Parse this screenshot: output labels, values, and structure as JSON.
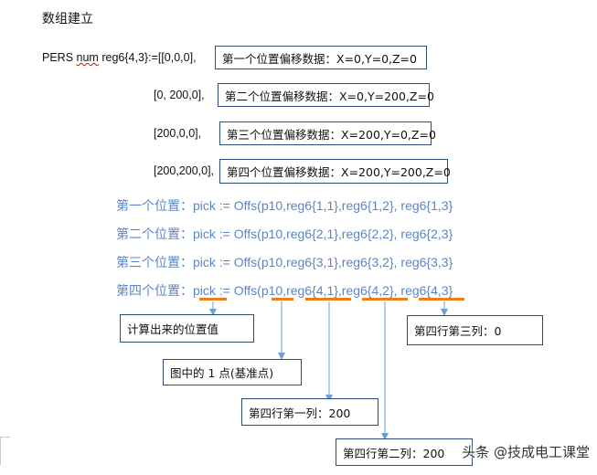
{
  "title": "数组建立",
  "code": {
    "line1_kw": "PERS",
    "line1_num": "num",
    "line1_rest": "reg6{4,3}:=[[0,0,0],",
    "line2": "[0, 200,0],",
    "line3": "[200,0,0],",
    "line4": "[200,200,0],"
  },
  "boxes": {
    "b1": "第一个位置偏移数据：X=0,Y=0,Z=0",
    "b2": "第二个位置偏移数据：X=0,Y=200,Z=0",
    "b3": "第三个位置偏移数据：X=200,Y=0,Z=0",
    "b4": "第四个位置偏移数据：X=200,Y=200,Z=0"
  },
  "picks": {
    "p1_label": "第一个位置：",
    "p1_code": "pick := Offs(p10,reg6{1,1},reg6{1,2}, reg6{1,3}",
    "p2_label": "第二个位置：",
    "p2_code": "pick := Offs(p10,reg6{2,1},reg6{2,2}, reg6{2,3}",
    "p3_label": "第三个位置：",
    "p3_code": "pick := Offs(p10,reg6{3,1},reg6{3,2}, reg6{3,3}",
    "p4_label": "第四个位置：",
    "p4_code": "pick := Offs(p10,reg6{4,1},reg6{4,2}, reg6{4,3}"
  },
  "notes": {
    "n1": "计算出来的位置值",
    "n2": "图中的 1 点(基准点)",
    "n3": "第四行第一列：200",
    "n4": "第四行第二列：200",
    "n5": "第四行第三列：0"
  },
  "watermark": "头条 @技成电工课堂",
  "colors": {
    "pick_text": "#5b86c4",
    "underline": "#ef7d1a",
    "arrow": "#6a9fd8",
    "box_border": "#2f4f7a"
  }
}
